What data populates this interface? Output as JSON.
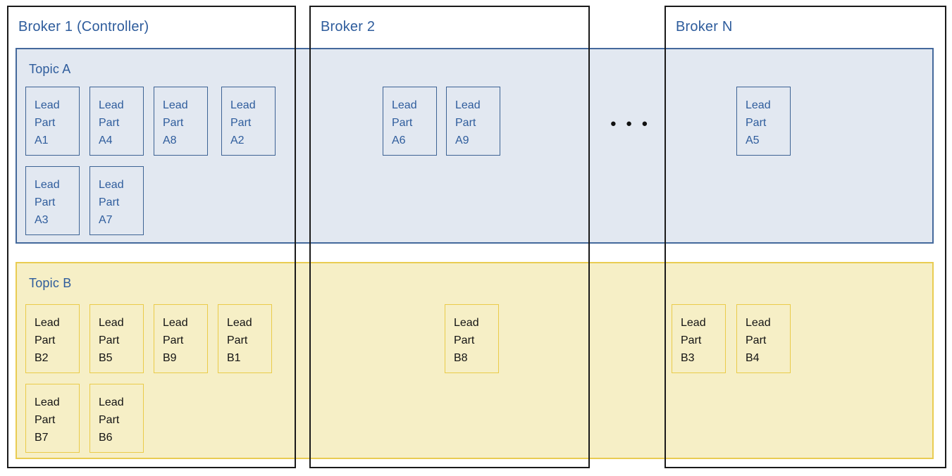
{
  "brokers": [
    {
      "title": "Broker 1 (Controller)"
    },
    {
      "title": "Broker 2"
    },
    {
      "title": "Broker N"
    }
  ],
  "ellipsis": "● ● ●",
  "topics": [
    {
      "title": "Topic A",
      "partitions": [
        {
          "id": "A1",
          "broker": "Broker 1 (Controller)",
          "text": "Lead\nPart\nA1"
        },
        {
          "id": "A4",
          "broker": "Broker 1 (Controller)",
          "text": "Lead\nPart\nA4"
        },
        {
          "id": "A8",
          "broker": "Broker 1 (Controller)",
          "text": "Lead\nPart\nA8"
        },
        {
          "id": "A2",
          "broker": "Broker 1 (Controller)",
          "text": "Lead\nPart\nA2"
        },
        {
          "id": "A3",
          "broker": "Broker 1 (Controller)",
          "text": "Lead\nPart\nA3"
        },
        {
          "id": "A7",
          "broker": "Broker 1 (Controller)",
          "text": "Lead\nPart\nA7"
        },
        {
          "id": "A6",
          "broker": "Broker 2",
          "text": "Lead\nPart\nA6"
        },
        {
          "id": "A9",
          "broker": "Broker 2",
          "text": "Lead\nPart\nA9"
        },
        {
          "id": "A5",
          "broker": "Broker N",
          "text": "Lead\nPart\nA5"
        }
      ]
    },
    {
      "title": "Topic B",
      "partitions": [
        {
          "id": "B2",
          "broker": "Broker 1 (Controller)",
          "text": "Lead\nPart\nB2"
        },
        {
          "id": "B5",
          "broker": "Broker 1 (Controller)",
          "text": "Lead\nPart\nB5"
        },
        {
          "id": "B9",
          "broker": "Broker 1 (Controller)",
          "text": "Lead\nPart\nB9"
        },
        {
          "id": "B1",
          "broker": "Broker 1 (Controller)",
          "text": "Lead\nPart\nB1"
        },
        {
          "id": "B7",
          "broker": "Broker 1 (Controller)",
          "text": "Lead\nPart\nB7"
        },
        {
          "id": "B6",
          "broker": "Broker 1 (Controller)",
          "text": "Lead\nPart\nB6"
        },
        {
          "id": "B8",
          "broker": "Broker 2",
          "text": "Lead\nPart\nB8"
        },
        {
          "id": "B3",
          "broker": "Broker N",
          "text": "Lead\nPart\nB3"
        },
        {
          "id": "B4",
          "broker": "Broker N",
          "text": "Lead\nPart\nB4"
        }
      ]
    }
  ],
  "colors": {
    "topic_a_fill": "#E2E8F1",
    "topic_a_border": "#44699C",
    "topic_b_fill": "#F6EFC6",
    "topic_b_border": "#E9CC52",
    "heading_text": "#2E5C9C",
    "partition_b_text": "#131313",
    "broker_border": "#1A1A1A",
    "ellipsis_dots": "#111111"
  }
}
